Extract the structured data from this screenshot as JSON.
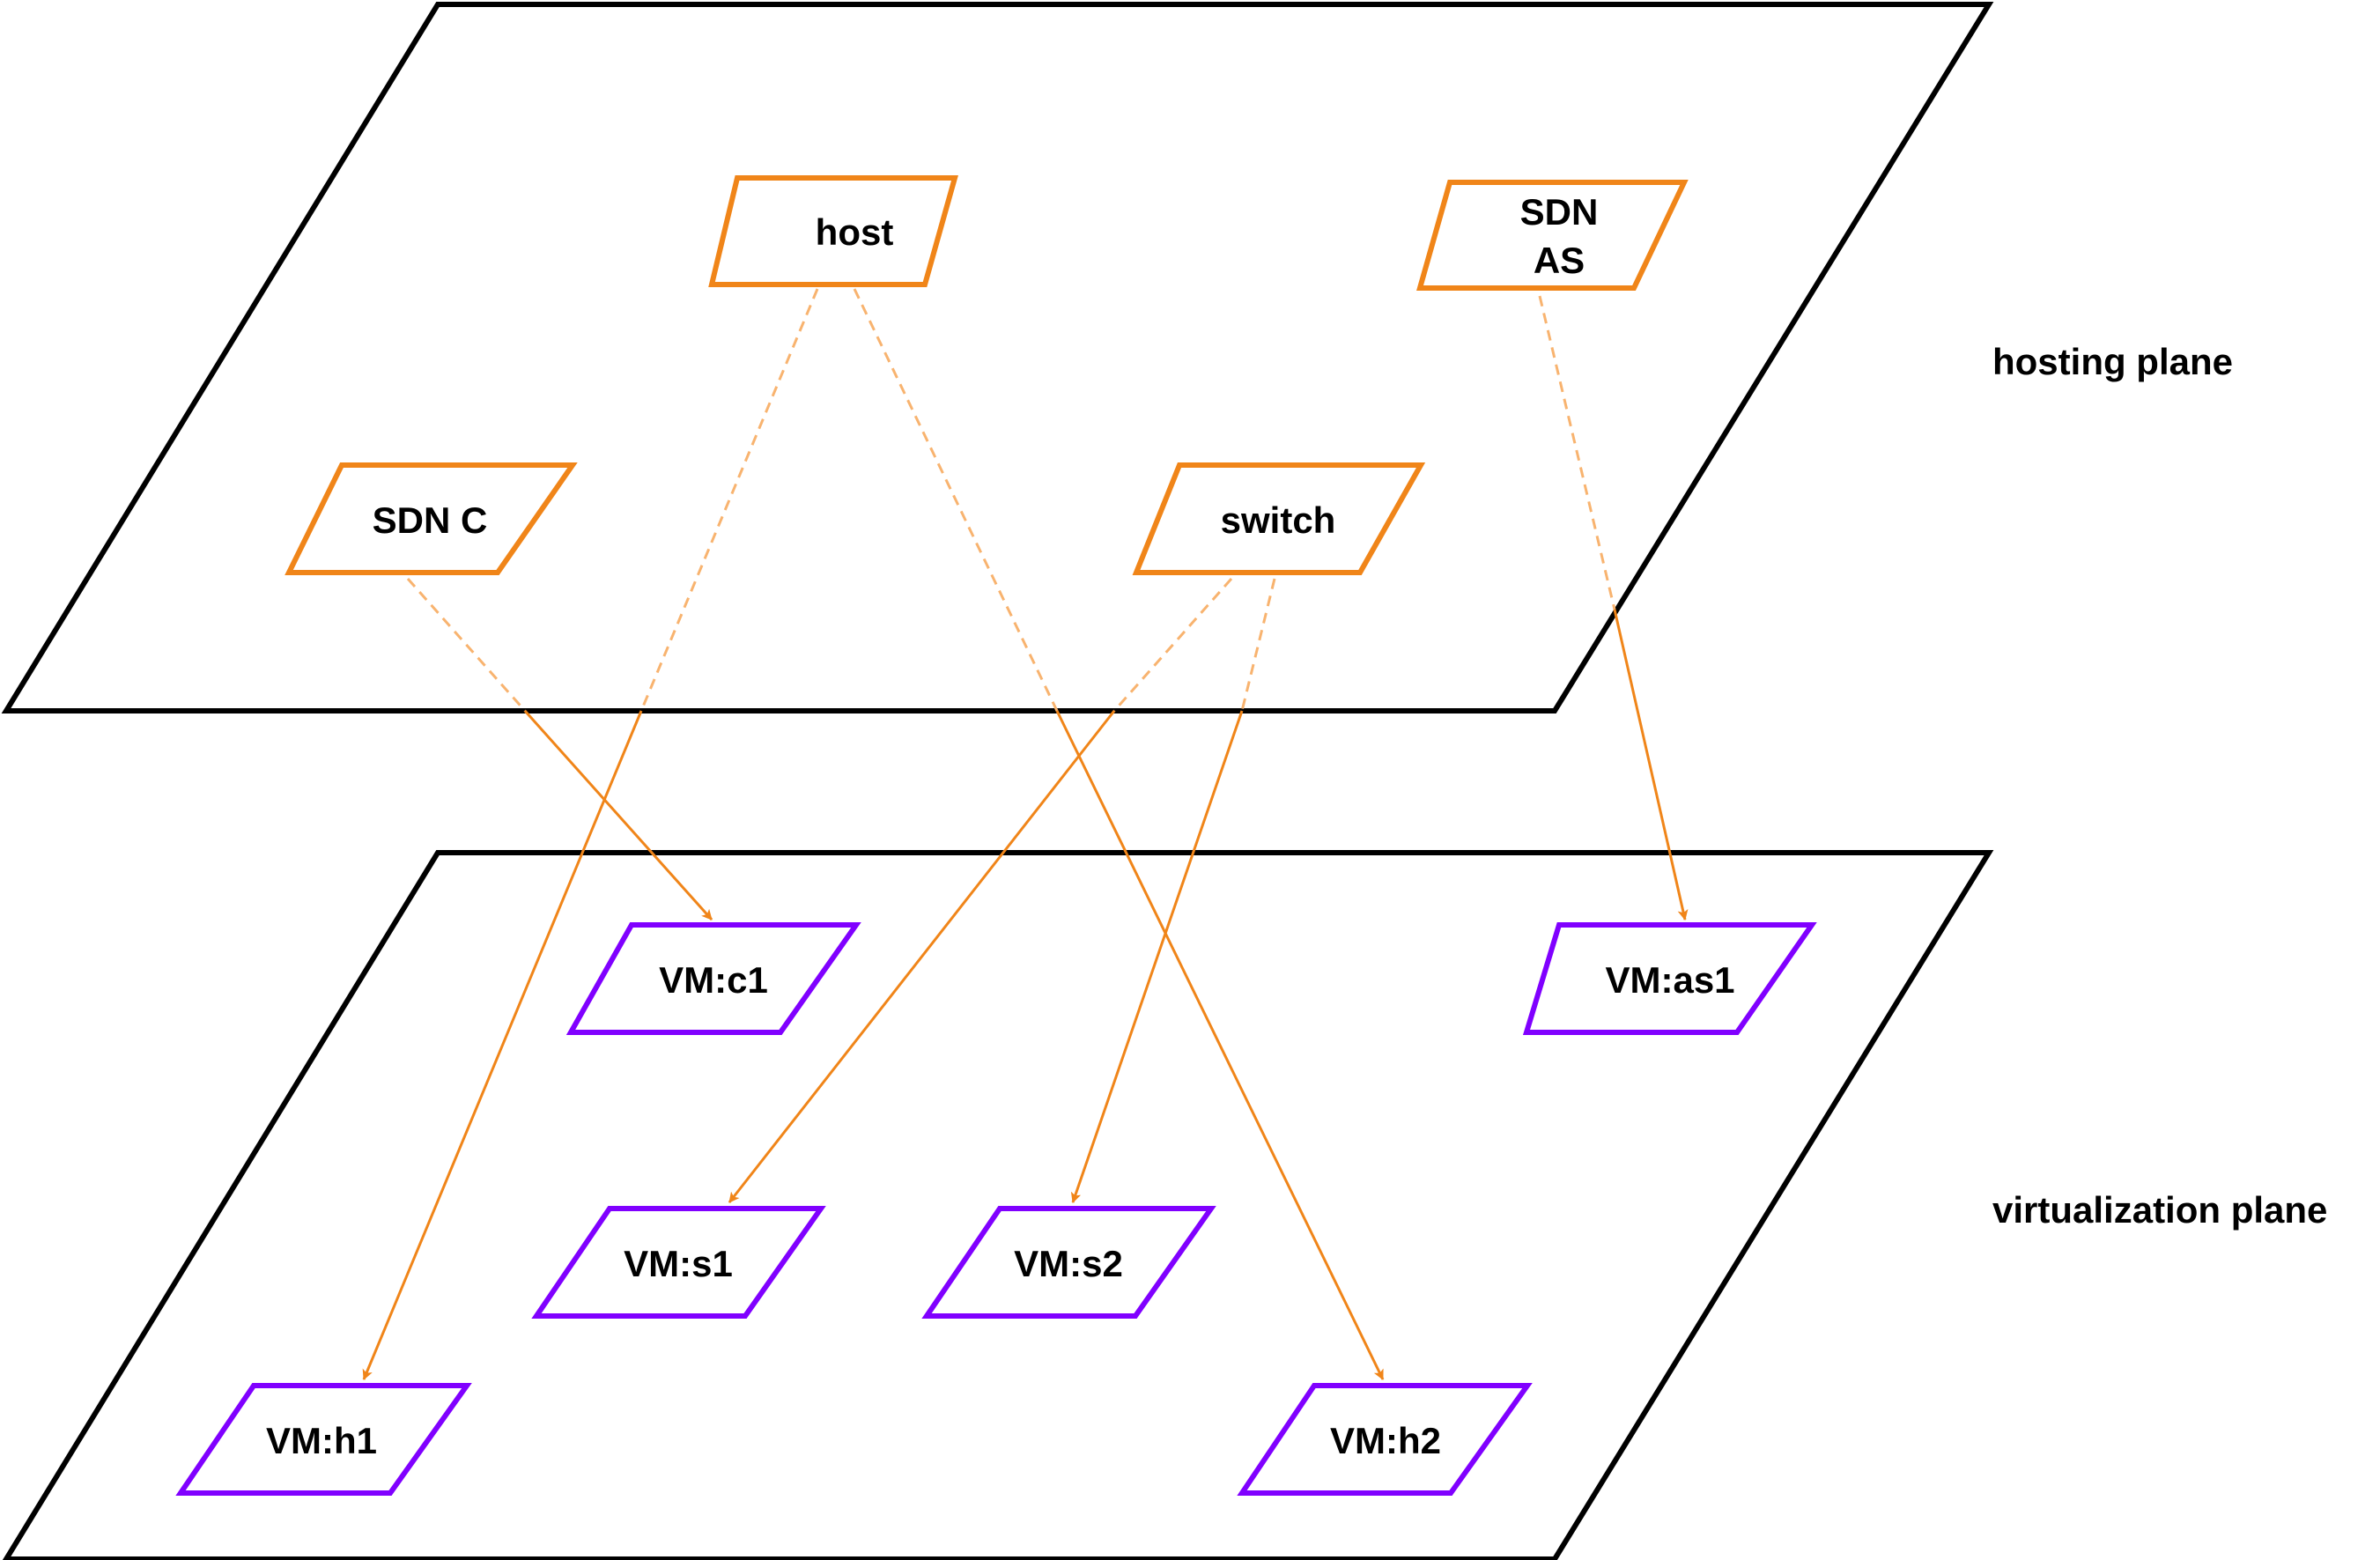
{
  "colors": {
    "plane_border": "#000000",
    "host_node": "#f08519",
    "vm_node": "#8000ff",
    "mapping": "#f08519",
    "background": "#ffffff"
  },
  "planes": {
    "hosting": {
      "label": "hosting plane"
    },
    "virtualization": {
      "label": "virtualization plane"
    }
  },
  "hosting_nodes": {
    "host": {
      "label": "host"
    },
    "sdn_as": {
      "label_line1": "SDN",
      "label_line2": "AS"
    },
    "sdn_c": {
      "label": "SDN C"
    },
    "switch": {
      "label": "switch"
    }
  },
  "vm_nodes": {
    "c1": {
      "label": "VM:c1"
    },
    "as1": {
      "label": "VM:as1"
    },
    "s1": {
      "label": "VM:s1"
    },
    "s2": {
      "label": "VM:s2"
    },
    "h1": {
      "label": "VM:h1"
    },
    "h2": {
      "label": "VM:h2"
    }
  },
  "mappings": [
    {
      "from": "host",
      "to": "VM:h1"
    },
    {
      "from": "host",
      "to": "VM:h2"
    },
    {
      "from": "SDN AS",
      "to": "VM:as1"
    },
    {
      "from": "SDN C",
      "to": "VM:c1"
    },
    {
      "from": "switch",
      "to": "VM:s1"
    },
    {
      "from": "switch",
      "to": "VM:s2"
    }
  ]
}
